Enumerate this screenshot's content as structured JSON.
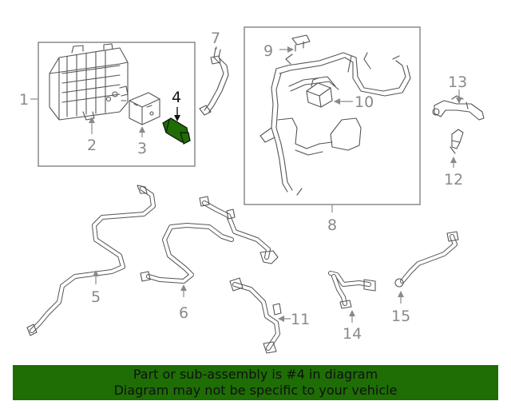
{
  "diagram": {
    "highlight_color": "#1e6d05",
    "highlighted_part": "4",
    "callouts": {
      "c1": "1",
      "c2": "2",
      "c3": "3",
      "c4": "4",
      "c5": "5",
      "c6": "6",
      "c7": "7",
      "c8": "8",
      "c9": "9",
      "c10": "10",
      "c11": "11",
      "c12": "12",
      "c13": "13",
      "c14": "14",
      "c15": "15"
    }
  },
  "banner": {
    "line1": "Part or sub-assembly is #4 in diagram",
    "line2": "Diagram may not be specific to your vehicle",
    "background": "#1e6d05"
  }
}
